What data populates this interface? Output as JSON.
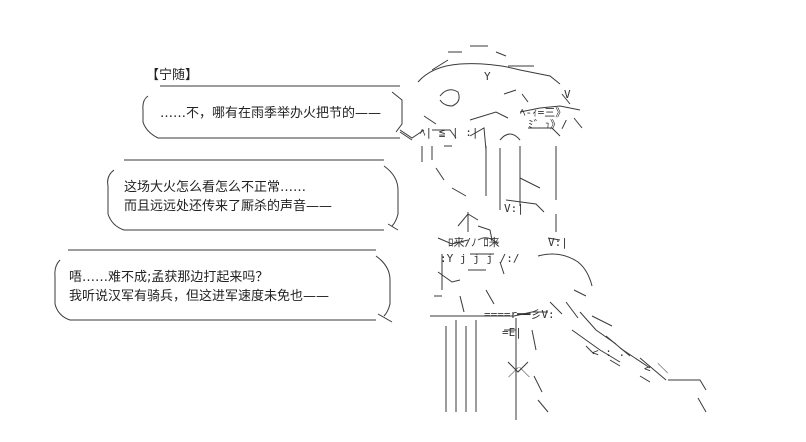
{
  "speaker": "【宁随】",
  "bubbles": [
    {
      "lines": [
        "……不，哪有在雨季举办火把节的——"
      ]
    },
    {
      "lines": [
        "这场大火怎么看怎么不正常……",
        "而且远远处还传来了厮杀的声音——"
      ]
    },
    {
      "lines": [
        "唔……难不成;孟获那边打起来吗？",
        "我听说汉军有骑兵，但这进军速度未免也——"
      ]
    }
  ],
  "colors": {
    "ink": "#2a2a2a",
    "background": "#ffffff"
  }
}
